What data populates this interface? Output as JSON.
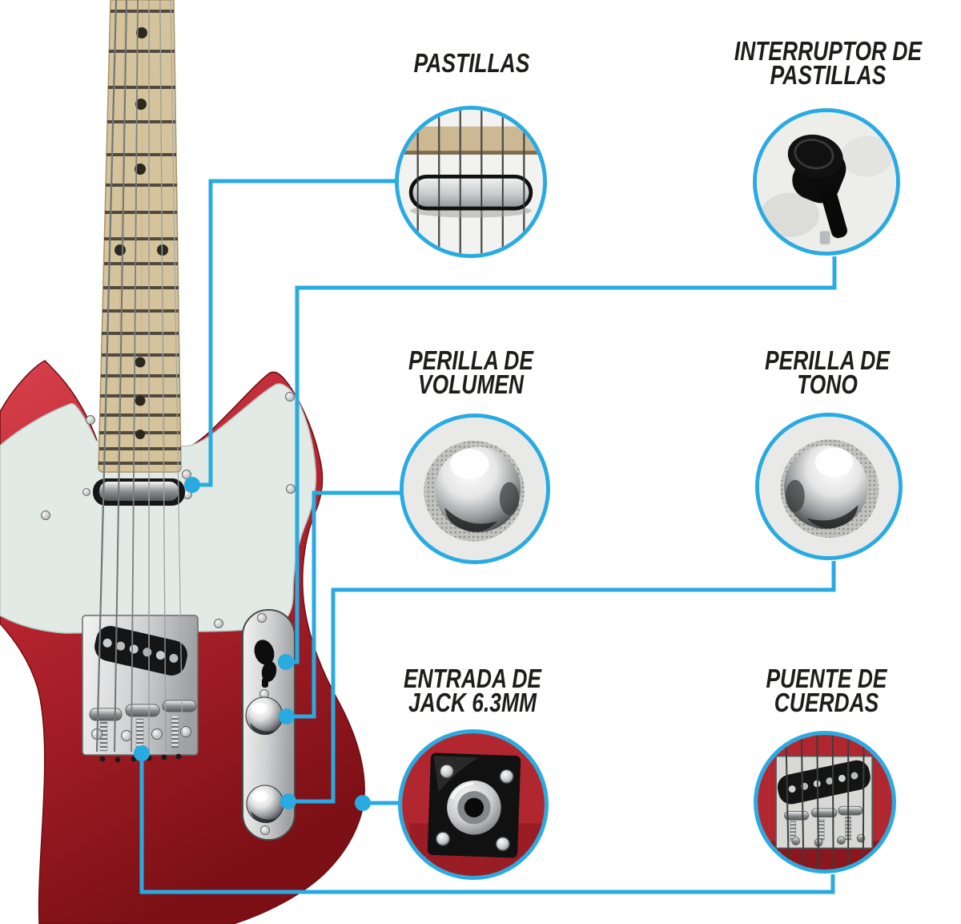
{
  "diagram_subject": "electric-guitar-parts",
  "accent_color": "#29abe2",
  "text_color": "#1d1d1b",
  "colors": {
    "connector_blue": "#29abe2",
    "body_red": "#b3232e",
    "body_red_dark": "#7d1016",
    "body_red_light": "#d8414b",
    "pickguard_mint": "#e2eae6",
    "neck_maple": "#d5c49b",
    "chrome_light": "#f2f2f1",
    "chrome_dark": "#9fa0a2",
    "background": "#ffffff"
  },
  "callouts": [
    {
      "id": "pastillas",
      "part": "pickups",
      "line1": "PASTILLAS",
      "line2": ""
    },
    {
      "id": "interruptor-de-pastillas",
      "part": "pickup-switch",
      "line1": "INTERRUPTOR DE",
      "line2": "PASTILLAS"
    },
    {
      "id": "perilla-de-volumen",
      "part": "volume-knob",
      "line1": "PERILLA DE",
      "line2": "VOLUMEN"
    },
    {
      "id": "perilla-de-tono",
      "part": "tone-knob",
      "line1": "PERILLA DE",
      "line2": "TONO"
    },
    {
      "id": "entrada-de-jack",
      "part": "jack-input",
      "line1": "ENTRADA DE",
      "line2": "JACK 6.3MM"
    },
    {
      "id": "puente-de-cuerdas",
      "part": "string-bridge",
      "line1": "PUENTE DE",
      "line2": "CUERDAS"
    }
  ]
}
